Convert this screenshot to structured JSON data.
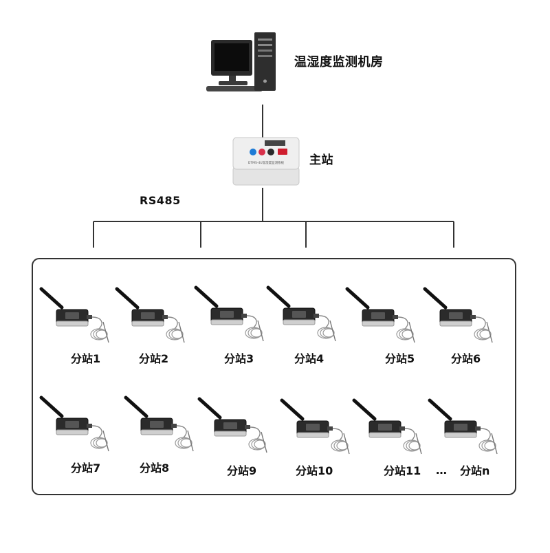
{
  "monitor_room": {
    "label": "温湿度监测机房"
  },
  "master": {
    "label": "主站",
    "panel_text": "DTMS-4U温湿度监测系统"
  },
  "bus": {
    "label": "RS485"
  },
  "substations": {
    "row1": [
      "分站1",
      "分站2",
      "分站3",
      "分站4",
      "分站5",
      "分站6"
    ],
    "row2": [
      "分站7",
      "分站8",
      "分站9",
      "分站10",
      "分站11"
    ],
    "ellipsis": "…",
    "last": "分站n"
  }
}
